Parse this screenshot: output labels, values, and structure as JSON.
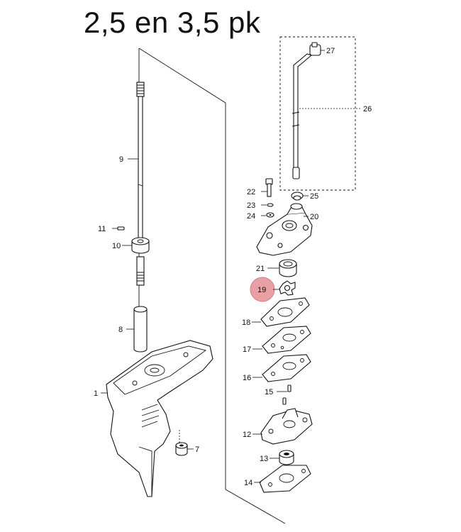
{
  "title": "2,5 en 3,5 pk",
  "highlight_color": "#e8a0a4",
  "parts": [
    {
      "key": "p27",
      "label": "27"
    },
    {
      "key": "p26",
      "label": "26"
    },
    {
      "key": "p22",
      "label": "22"
    },
    {
      "key": "p25",
      "label": "25"
    },
    {
      "key": "p23",
      "label": "23"
    },
    {
      "key": "p24",
      "label": "24"
    },
    {
      "key": "p20",
      "label": "20"
    },
    {
      "key": "p21",
      "label": "21"
    },
    {
      "key": "p19",
      "label": "19"
    },
    {
      "key": "p18",
      "label": "18"
    },
    {
      "key": "p17",
      "label": "17"
    },
    {
      "key": "p16",
      "label": "16"
    },
    {
      "key": "p15",
      "label": "15"
    },
    {
      "key": "p12",
      "label": "12"
    },
    {
      "key": "p13",
      "label": "13"
    },
    {
      "key": "p14",
      "label": "14"
    },
    {
      "key": "p9",
      "label": "9"
    },
    {
      "key": "p11",
      "label": "11"
    },
    {
      "key": "p10",
      "label": "10"
    },
    {
      "key": "p8",
      "label": "8"
    },
    {
      "key": "p1",
      "label": "1"
    },
    {
      "key": "p7",
      "label": "7"
    }
  ]
}
